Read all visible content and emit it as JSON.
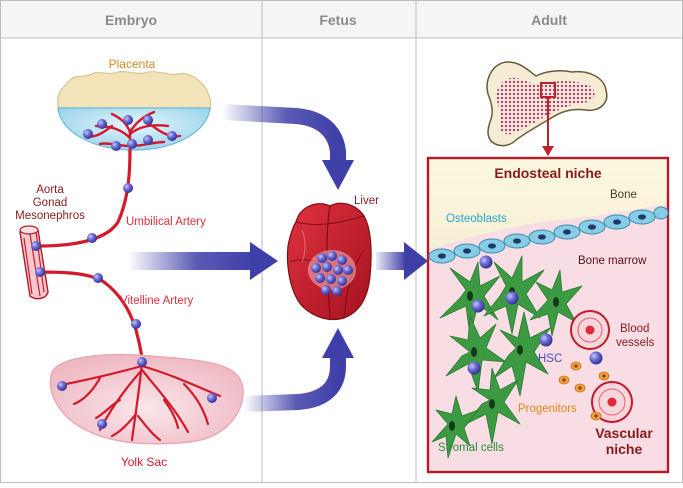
{
  "headers": {
    "embryo": "Embryo",
    "fetus": "Fetus",
    "adult": "Adult"
  },
  "labels": {
    "placenta": "Placenta",
    "agm_line1": "Aorta",
    "agm_line2": "Gonad",
    "agm_line3": "Mesonephros",
    "umbilical_artery": "Umbilical Artery",
    "vitelline_artery": "Vitelline Artery",
    "yolk_sac": "Yolk Sac",
    "liver": "Liver",
    "endosteal_niche": "Endosteal niche",
    "bone": "Bone",
    "osteoblasts": "Osteoblasts",
    "bone_marrow": "Bone marrow",
    "blood_vessels_line1": "Blood",
    "blood_vessels_line2": "vessels",
    "hsc": "HSC",
    "progenitors": "Progenitors",
    "vascular_niche_line1": "Vascular",
    "vascular_niche_line2": "niche",
    "stromal_cells": "Stromal cells"
  },
  "colors": {
    "vessel_red": "#d41a2a",
    "dark_red": "#8b1a1a",
    "arrow_blue": "#3f3fa8",
    "hsc_purple": "#5a5ac8",
    "placenta_tan": "#f2e3b8",
    "placenta_blue": "#a9dcef",
    "yolk_pink": "#f6d2d8",
    "bone_yellow": "#fbf8dc",
    "marrow_pink": "#f8dde5",
    "osteoblast_blue": "#88cde6",
    "stromal_green": "#3c9a42",
    "progenitor_orange": "#f2a23c",
    "header_gray": "#8a8a8a",
    "osteoblast_label": "#2aa6c8",
    "stromal_label": "#2e8b3a",
    "progenitor_label": "#e08a1c",
    "placenta_label": "#d08a2a"
  }
}
